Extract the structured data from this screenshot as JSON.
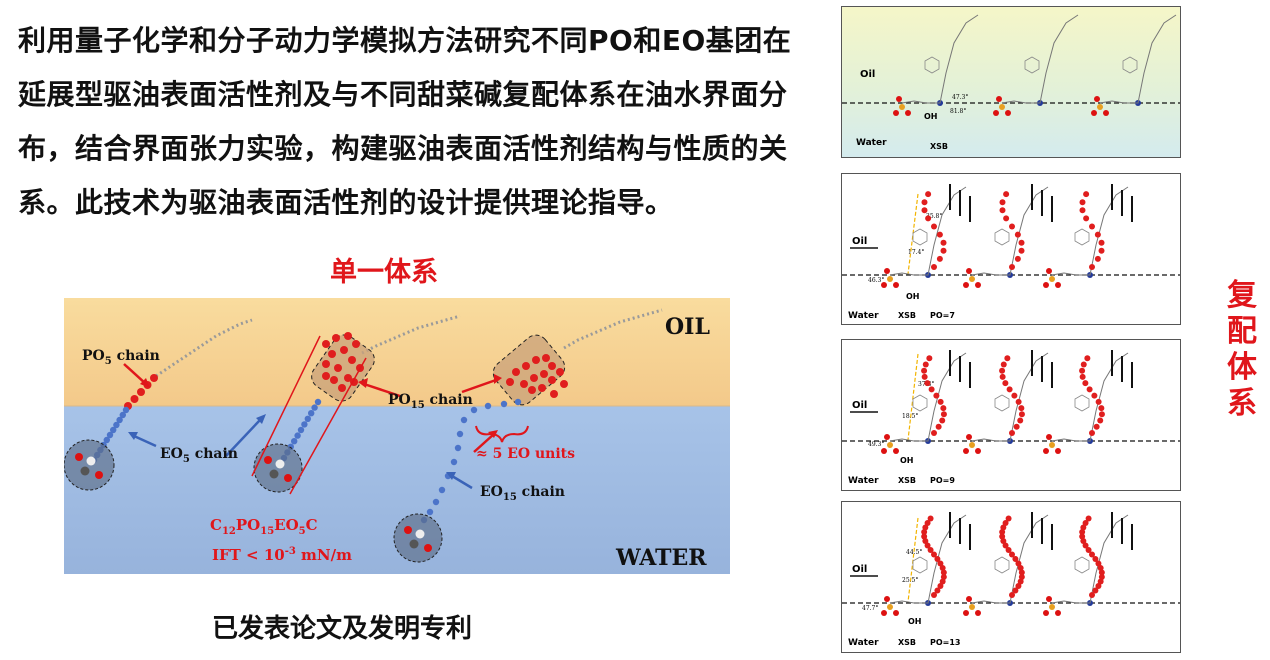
{
  "intro_text": "利用量子化学和分子动力学模拟方法研究不同PO和EO基团在延展型驱油表面活性剂及与不同甜菜碱复配体系在油水界面分布，结合界面张力实验，构建驱油表面活性剂结构与性质的关系。此技术为驱油表面活性剂的设计提供理论指导。",
  "single_system_label": "单一体系",
  "publications_label": "已发表论文及发明专利",
  "compound_system_label": "复配体系",
  "diagram": {
    "oil_label": "OIL",
    "water_label": "WATER",
    "po5_chain": "PO",
    "po5_sub": "5",
    "po5_suffix": " chain",
    "eo5_chain": "EO",
    "eo5_sub": "5",
    "eo5_suffix": " chain",
    "po15_chain": "PO",
    "po15_sub": "15",
    "po15_suffix": " chain",
    "eo_units": "≈ 5 EO units",
    "eo15_chain": "EO",
    "eo15_sub": "15",
    "eo15_suffix": " chain",
    "formula_parts": [
      "C",
      "12",
      "PO",
      "15",
      "EO",
      "5",
      "C"
    ],
    "ift_prefix": "IFT < 10",
    "ift_exp": "-3",
    "ift_unit": " mN/m"
  },
  "panels": [
    {
      "oil": "Oil",
      "water": "Water",
      "xsb": "XSB",
      "po": "",
      "oh": "OH",
      "angle1": "47.3°",
      "angle2": "81.8°"
    },
    {
      "oil": "Oil",
      "water": "Water",
      "xsb": "XSB",
      "po": "PO=7",
      "oh": "OH",
      "angle1": "35.8°",
      "angle2": "17.4°",
      "angle3": "46.3°"
    },
    {
      "oil": "Oil",
      "water": "Water",
      "xsb": "XSB",
      "po": "PO=9",
      "oh": "OH",
      "angle1": "37.3°",
      "angle2": "18.5°",
      "angle3": "49.3°"
    },
    {
      "oil": "Oil",
      "water": "Water",
      "xsb": "XSB",
      "po": "PO=13",
      "oh": "OH",
      "angle1": "44.5°",
      "angle2": "25.5°",
      "angle3": "47.7°"
    }
  ],
  "colors": {
    "accent_red": "#e0161b",
    "oil_fill": "#f7d494",
    "water_fill": "#a9c2e4",
    "po_bead": "#e01e1e",
    "eo_bead": "#4c74c9"
  }
}
